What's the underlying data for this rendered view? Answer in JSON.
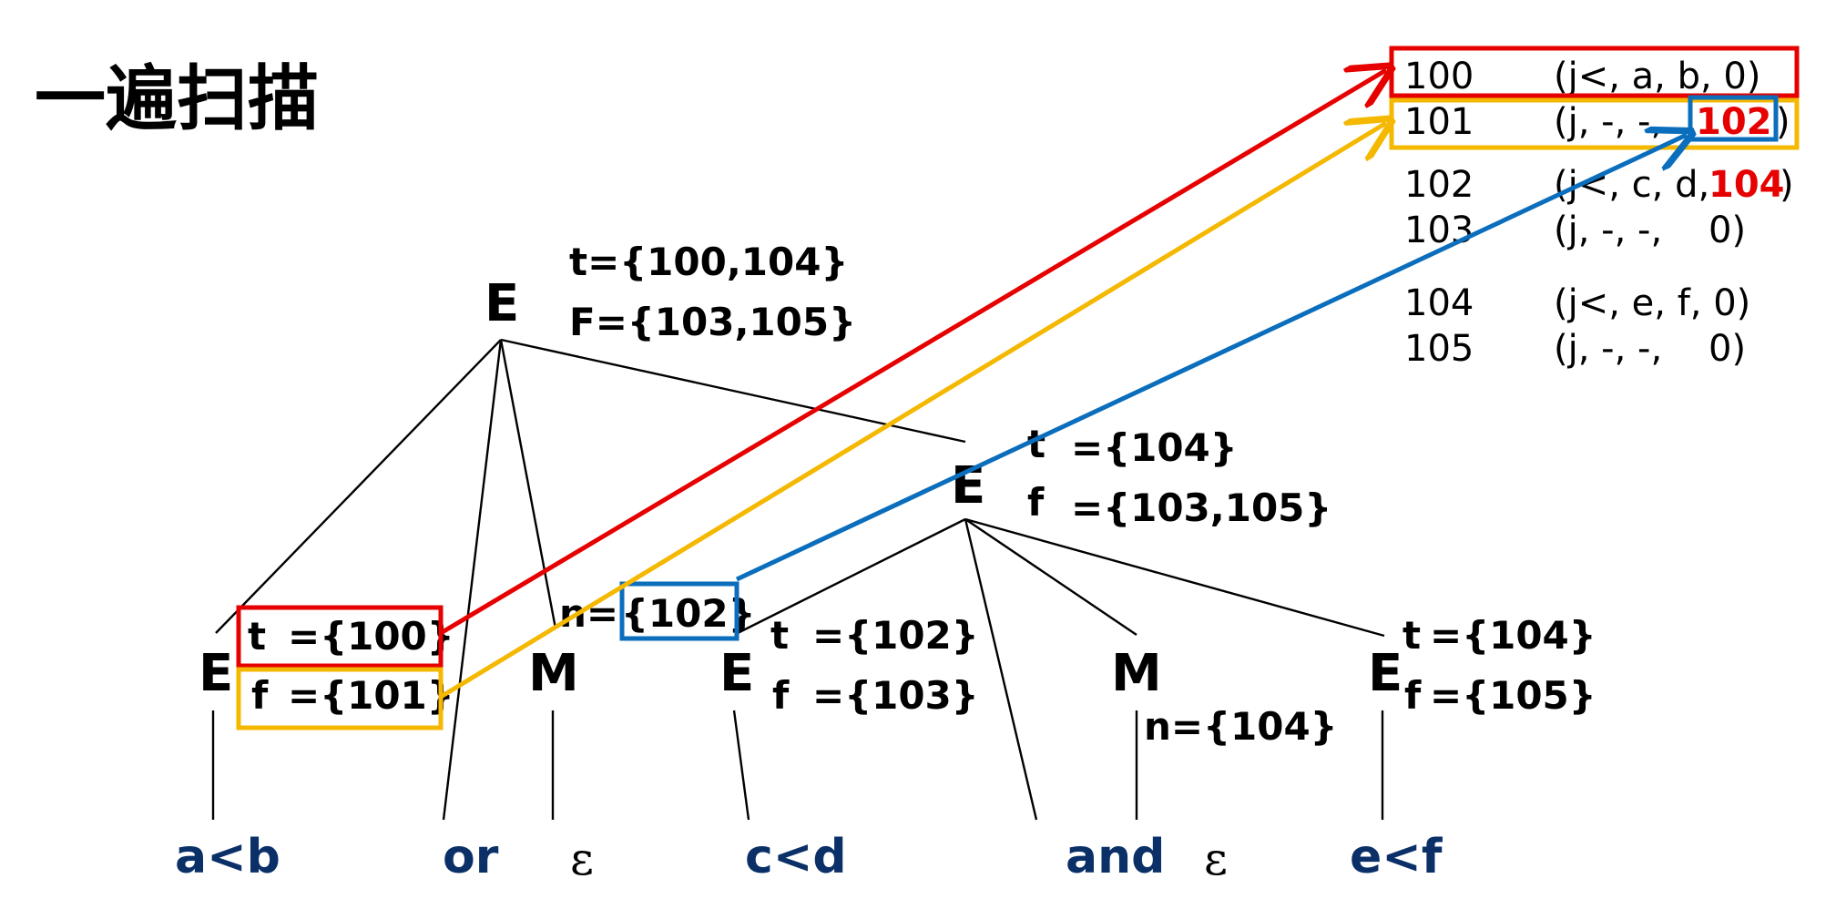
{
  "title": "一遍扫描",
  "quads": [
    {
      "num": "100",
      "op": "(j<, a, b, 0)"
    },
    {
      "num": "101",
      "op_prefix": "(j, -, -,",
      "target": "102",
      "op_suffix": ")"
    },
    {
      "num": "102",
      "op_prefix": "(j<, c, d,",
      "target": "104",
      "op_suffix": ")"
    },
    {
      "num": "103",
      "op": "(j, -, -,    0)"
    },
    {
      "num": "104",
      "op": "(j<, e, f, 0)"
    },
    {
      "num": "105",
      "op": "(j, -, -,    0)"
    }
  ],
  "root": {
    "label": "E",
    "t": "t={100,104}",
    "f": "F={103,105}"
  },
  "right_e": {
    "label": "E",
    "t_name": "t",
    "t_val": "={104}",
    "f_name": "f",
    "f_val": "={103,105}"
  },
  "e1": {
    "label": "E",
    "t_name": "t",
    "t_val": "={100}",
    "f_name": "f",
    "f_val": "={101}"
  },
  "m1": {
    "label": "M",
    "n_prefix": "n=",
    "n_val": "{102}"
  },
  "e2": {
    "label": "E",
    "t_name": "t",
    "t_val": "={102}",
    "f_name": "f",
    "f_val": "={103}"
  },
  "m2": {
    "label": "M",
    "n": "n={104}"
  },
  "e3": {
    "label": "E",
    "t_name": "t",
    "t_val": "={104}",
    "f_name": "f",
    "f_val": "={105}"
  },
  "leaves": {
    "a_lt_b": "a<b",
    "or": "or",
    "eps1": "ε",
    "c_lt_d": "c<d",
    "and": "and",
    "eps2": "ε",
    "e_lt_f": "e<f"
  },
  "colors": {
    "red": "#e60000",
    "yellow": "#f5b800",
    "blue": "#0a6ebd",
    "leaf_text": "#0b3068"
  }
}
